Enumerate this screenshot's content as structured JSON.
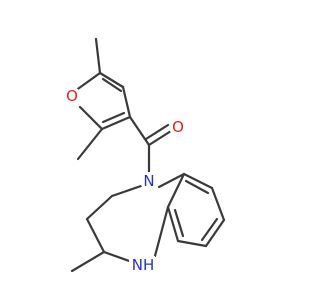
{
  "molecule": {
    "atoms": {
      "oxygen_ring": {
        "symbol": "O",
        "color": "#e3231b"
      },
      "oxygen_carbonyl": {
        "symbol": "O",
        "color": "#e3231b"
      },
      "nitrogen_amide": {
        "symbol": "N",
        "color": "#2233cc"
      },
      "nitrogen_amine": {
        "symbol": "NH",
        "color": "#2233cc"
      }
    },
    "colors": {
      "bond": "#3a3a3a"
    }
  }
}
